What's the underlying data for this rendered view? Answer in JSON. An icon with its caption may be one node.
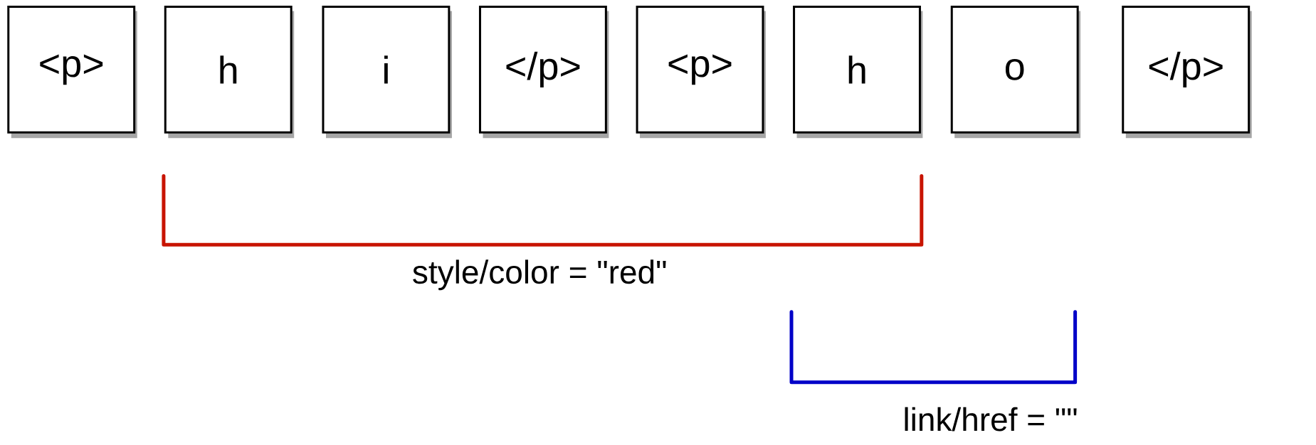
{
  "diagram": {
    "nodes": [
      {
        "text": [
          "<p>"
        ]
      },
      {
        "text": [
          "h"
        ]
      },
      {
        "text": [
          "i"
        ]
      },
      {
        "text": [
          "</p>"
        ]
      },
      {
        "text": [
          "<p>"
        ]
      },
      {
        "text": [
          "h"
        ]
      },
      {
        "text": [
          "o"
        ]
      },
      {
        "text": [
          "</p>"
        ]
      }
    ],
    "labels": [
      "style/color = \"red\"",
      "link/href = \"\""
    ]
  }
}
